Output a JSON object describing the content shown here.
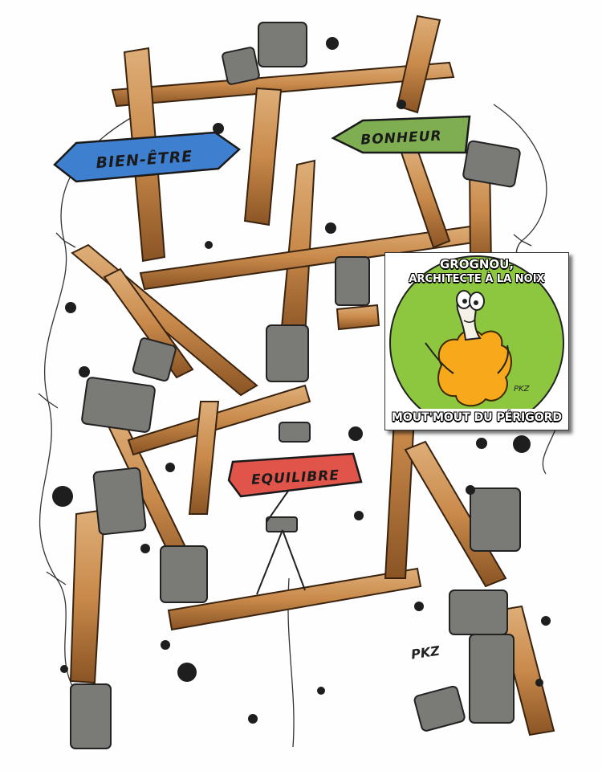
{
  "illustration": {
    "signs": {
      "bien_etre": "BIEN-ÊTRE",
      "bonheur": "BONHEUR",
      "equilibre": "EQUILIBRE"
    },
    "signature": "PKZ",
    "colors": {
      "wood": "#c98a4b",
      "wood_dark": "#8a5424",
      "stone": "#7a7a76",
      "sign_blue": "#3f7fd0",
      "sign_green": "#7fae52",
      "sign_red": "#e0544a"
    }
  },
  "badge": {
    "title_line1": "GROGNOU,",
    "title_line2": "ARCHITECTE À LA NOIX",
    "footer": "MOUT'MOUT DU PÉRIGORD",
    "signature": "PKZ",
    "colors": {
      "circle_green": "#8dc63f",
      "body_yellow": "#f7a81b"
    }
  }
}
